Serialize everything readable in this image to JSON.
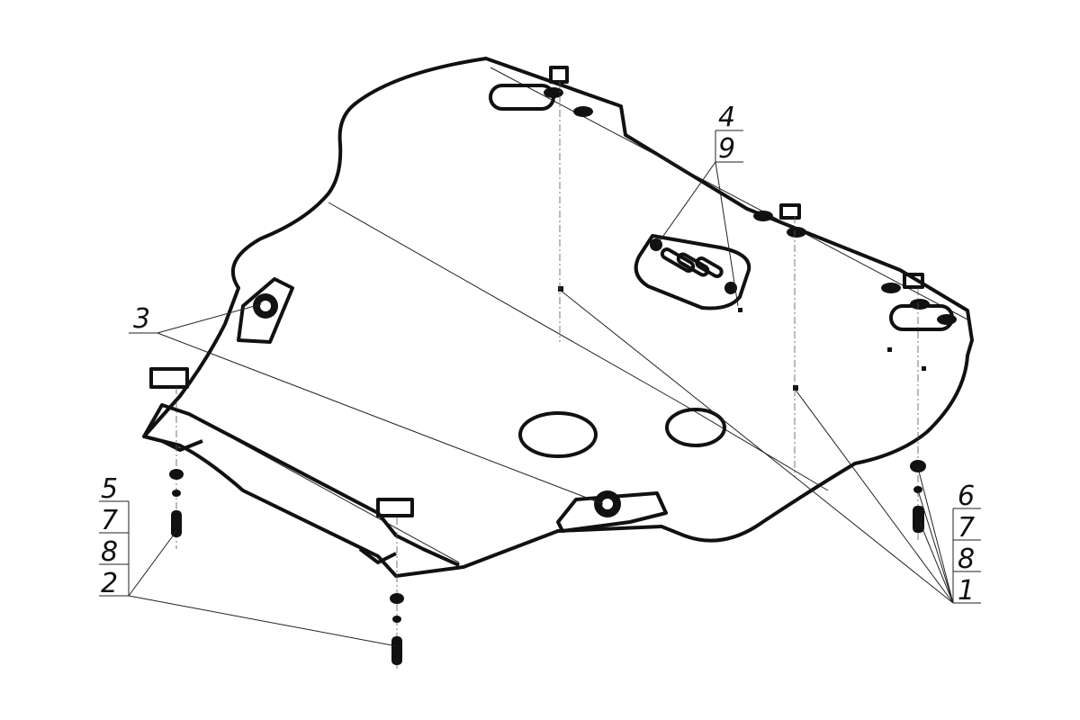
{
  "title": "Skid plate assembly diagram",
  "callouts": {
    "top": [
      "4",
      "9"
    ],
    "left_bracket": [
      "3"
    ],
    "left_stack": [
      "5",
      "7",
      "8",
      "2"
    ],
    "right_stack": [
      "6",
      "7",
      "8",
      "1"
    ]
  },
  "colors": {
    "line": "#111111",
    "background": "#ffffff"
  }
}
